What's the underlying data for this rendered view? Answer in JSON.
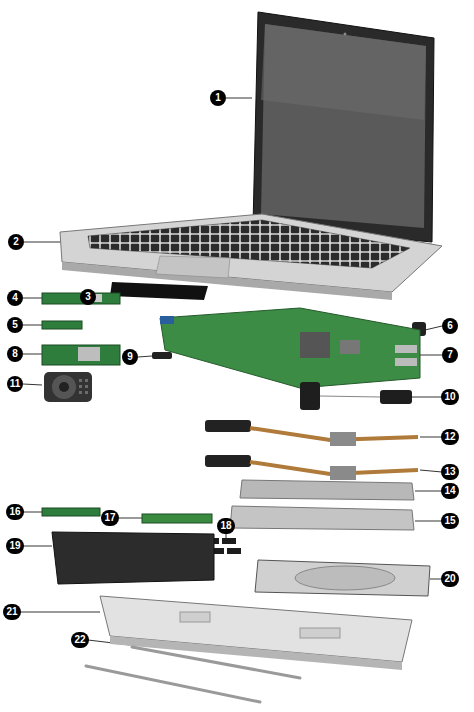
{
  "diagram": {
    "labels": [
      "1",
      "2",
      "3",
      "4",
      "5",
      "6",
      "7",
      "8",
      "9",
      "10",
      "11",
      "12",
      "13",
      "14",
      "15",
      "16",
      "17",
      "18",
      "19",
      "20",
      "21",
      "22"
    ]
  }
}
